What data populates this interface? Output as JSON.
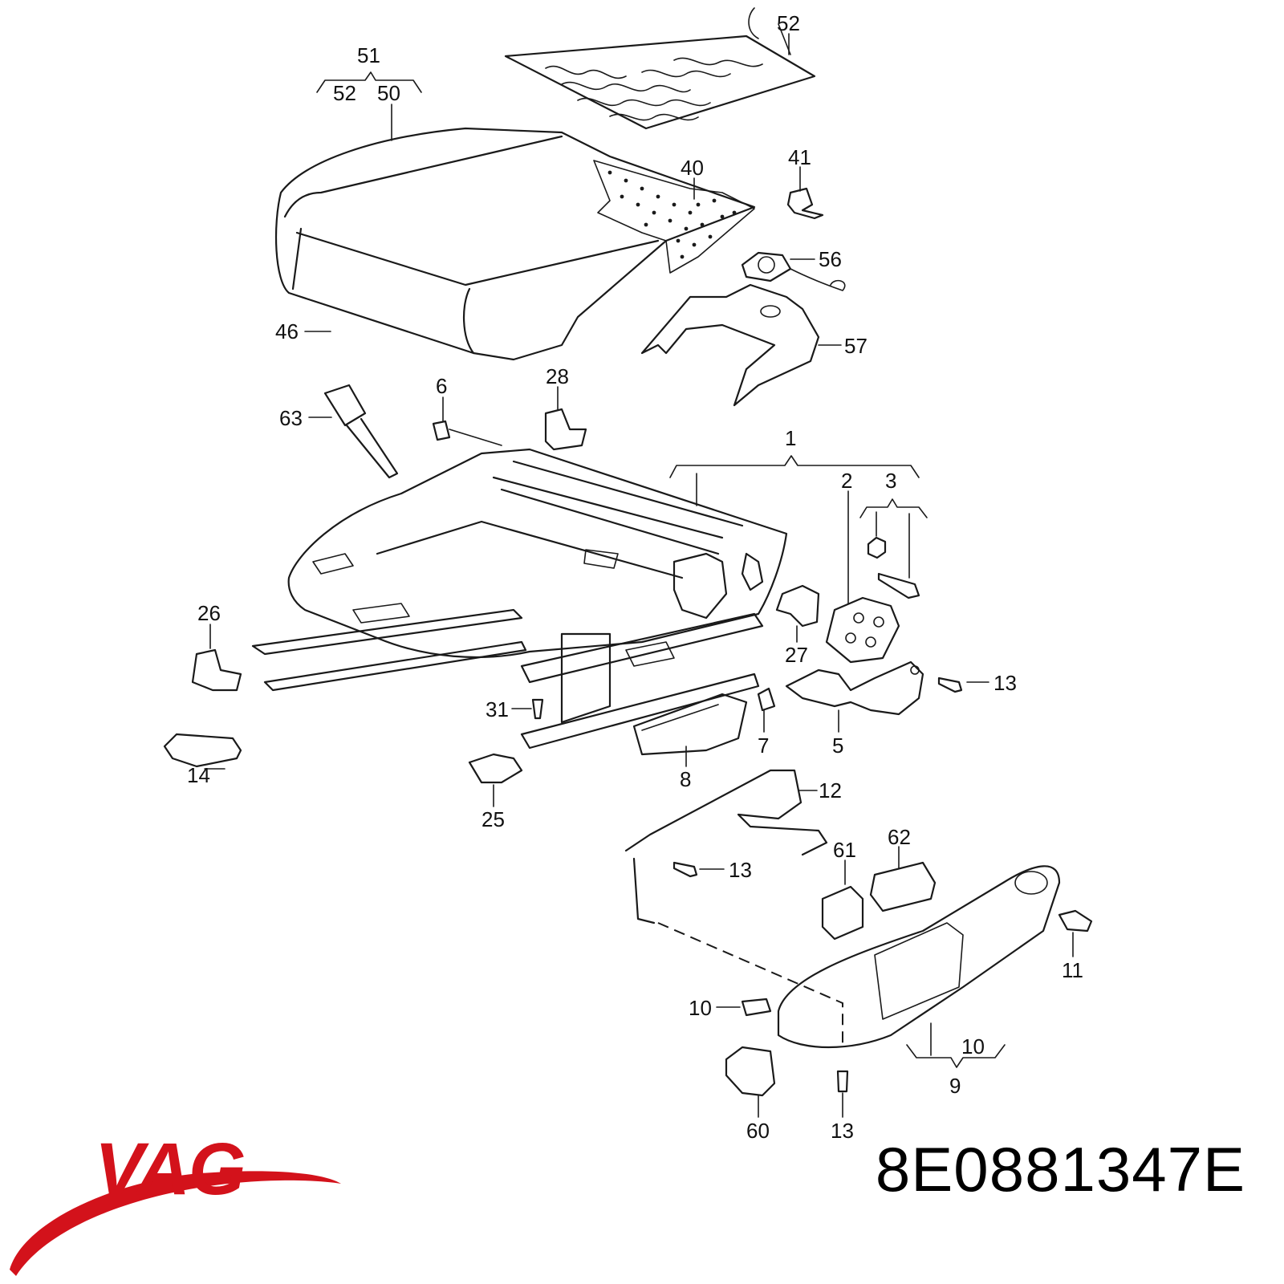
{
  "part_number": "8E0881347E",
  "brand": {
    "name": "VAG",
    "color": "#d3121b"
  },
  "callouts": {
    "c51": "51",
    "c52a": "52",
    "c50": "50",
    "c52b": "52",
    "c40": "40",
    "c41": "41",
    "c56": "56",
    "c46": "46",
    "c57": "57",
    "c6": "6",
    "c28": "28",
    "c63": "63",
    "c1": "1",
    "c2": "2",
    "c3": "3",
    "c26": "26",
    "c27": "27",
    "c13a": "13",
    "c31": "31",
    "c7": "7",
    "c5": "5",
    "c8": "8",
    "c14": "14",
    "c25": "25",
    "c12": "12",
    "c13b": "13",
    "c61": "61",
    "c62": "62",
    "c11": "11",
    "c10a": "10",
    "c10b": "10",
    "c9": "9",
    "c60": "60",
    "c13c": "13"
  }
}
